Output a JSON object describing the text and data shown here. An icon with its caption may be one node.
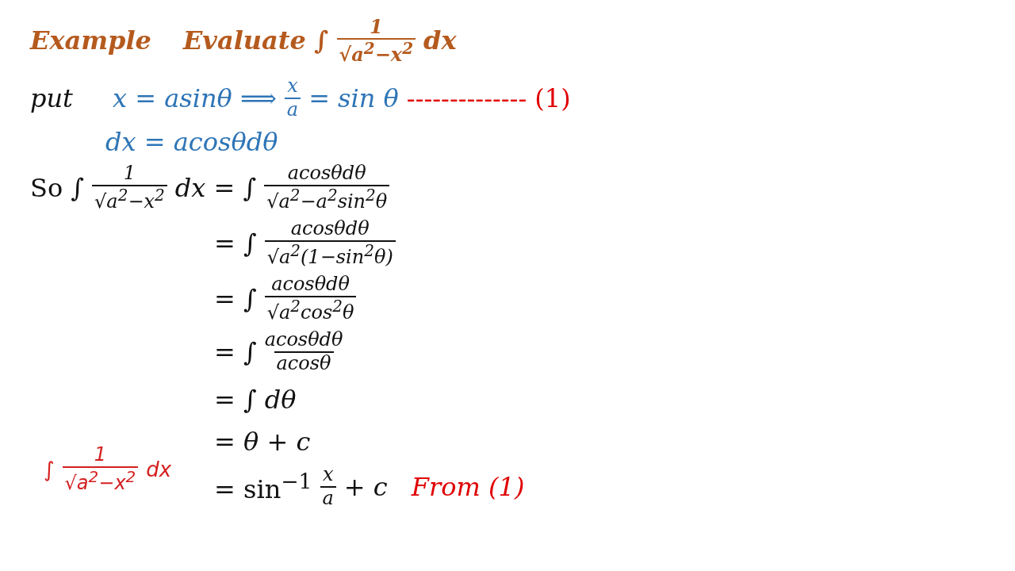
{
  "diagram": {
    "labels": [
      "Example",
      "Evaluate",
      "∫",
      "1",
      "√a$^{2}$−x$^{2}$",
      "dx",
      "put",
      "x = asinθ ⟹",
      "x",
      "a",
      "= sin θ",
      "-------------- (1)",
      "dx = acosθdθ",
      "So ∫",
      "1",
      "√a$^{2}$−x$^{2}$",
      "dx = ∫",
      "acosθdθ",
      "√a$^{2}$−a$^{2}$sin$^{2}$θ",
      "= ∫",
      "acosθdθ",
      "√a$^{2}$(1−sin$^{2}$θ)",
      "= ∫",
      "acosθdθ",
      "√a$^{2}$cos$^{2}$θ",
      "= ∫",
      "acosθdθ",
      "acosθ",
      "= ∫ dθ",
      "= θ + c",
      "∫",
      "1",
      "√a$^{2}$−x$^{2}$",
      "dx",
      "= sin$^{−1}$",
      "x",
      "a",
      "+ c",
      "From (1)"
    ]
  }
}
